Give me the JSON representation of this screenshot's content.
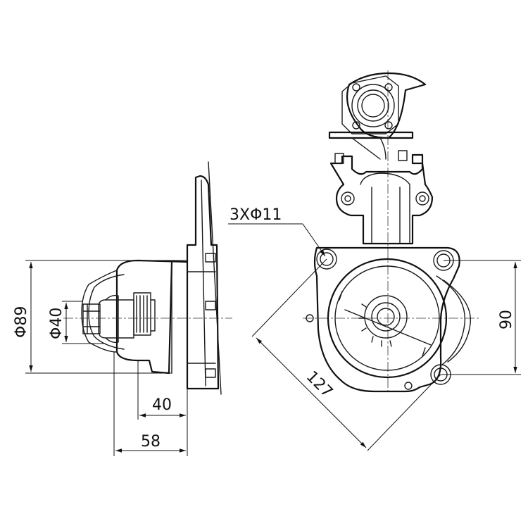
{
  "dimensions": {
    "body_diameter": "Φ89",
    "pilot_diameter": "Φ40",
    "pilot_length": "40",
    "overall_length": "58",
    "holes": "3XΦ11",
    "hole_spacing": "127",
    "height": "90"
  }
}
